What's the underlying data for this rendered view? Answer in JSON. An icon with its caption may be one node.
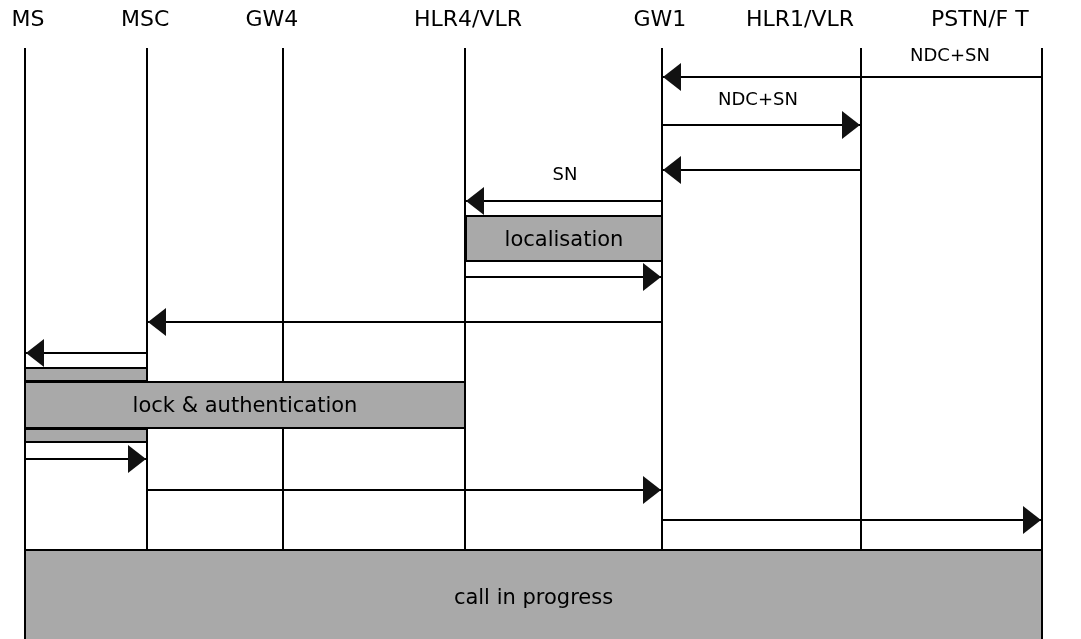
{
  "diagram": {
    "nodes": [
      {
        "text": [
          "MS"
        ]
      },
      {
        "text": [
          "MSC"
        ]
      },
      {
        "text": [
          "GW4"
        ]
      },
      {
        "text": [
          "HLR4/VLR"
        ]
      },
      {
        "text": [
          "GW1"
        ]
      },
      {
        "text": [
          "HLR1/VLR"
        ]
      },
      {
        "text": [
          "PSTN/F T"
        ]
      },
      {
        "text": [
          "localisation"
        ]
      },
      {
        "text": [],
        "shape": "box"
      },
      {
        "text": [
          "lock & authentication"
        ]
      },
      {
        "text": [],
        "shape": "box"
      },
      {
        "text": [
          "call in progress"
        ]
      }
    ],
    "edges": [
      {
        "from": 6,
        "to": 4,
        "arrow": "to",
        "label": "NDC+SN"
      },
      {
        "from": 4,
        "to": 5,
        "arrow": "to",
        "label": "NDC+SN"
      },
      {
        "from": 5,
        "to": 4,
        "arrow": "to"
      },
      {
        "from": 4,
        "to": 3,
        "arrow": "to",
        "label": "SN"
      },
      {
        "from": 3,
        "to": 4,
        "arrow": "to"
      },
      {
        "from": 4,
        "to": 1,
        "arrow": "to"
      },
      {
        "from": 1,
        "to": 0,
        "arrow": "to"
      },
      {
        "from": 0,
        "to": 1,
        "arrow": "to"
      },
      {
        "from": 1,
        "to": 4,
        "arrow": "to"
      },
      {
        "from": 4,
        "to": 6,
        "arrow": "to"
      }
    ]
  }
}
